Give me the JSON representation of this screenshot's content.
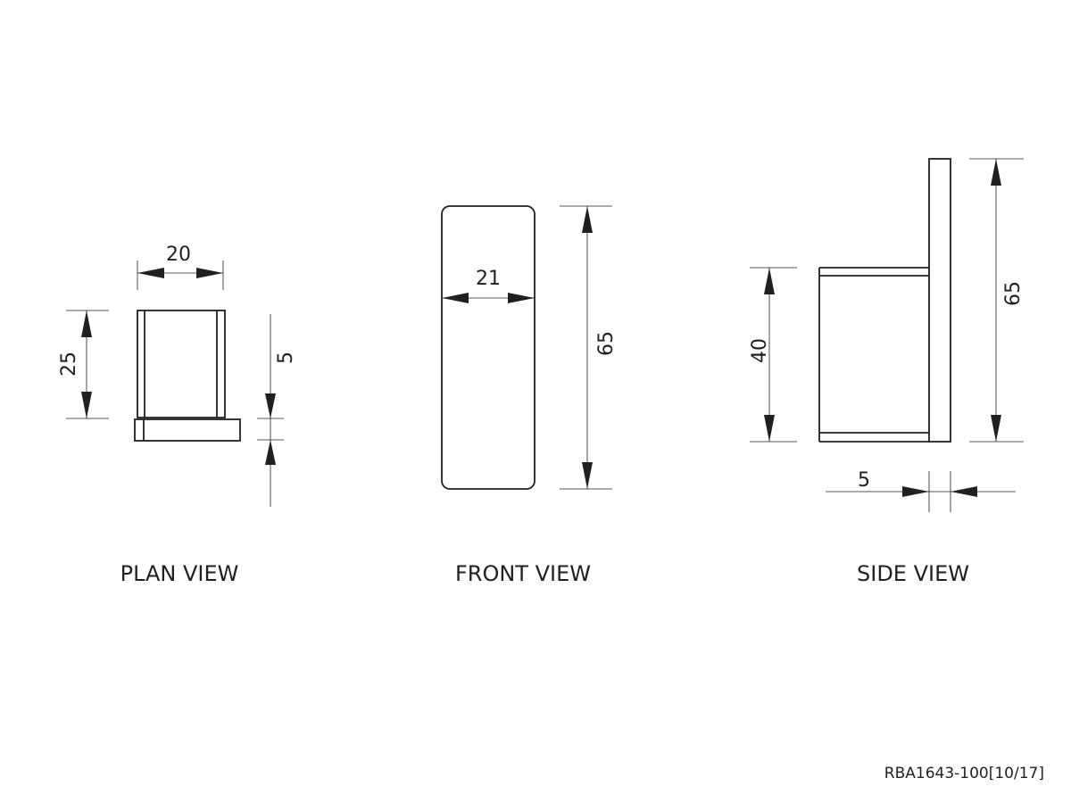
{
  "plan_view": {
    "title": "PLAN VIEW",
    "dims": {
      "width": "20",
      "depth": "25",
      "base": "5"
    }
  },
  "front_view": {
    "title": "FRONT VIEW",
    "dims": {
      "width": "21",
      "height": "65"
    }
  },
  "side_view": {
    "title": "SIDE VIEW",
    "dims": {
      "projection": "40",
      "height": "65",
      "thickness": "5"
    }
  },
  "drawing_code": "RBA1643-100[10/17]"
}
